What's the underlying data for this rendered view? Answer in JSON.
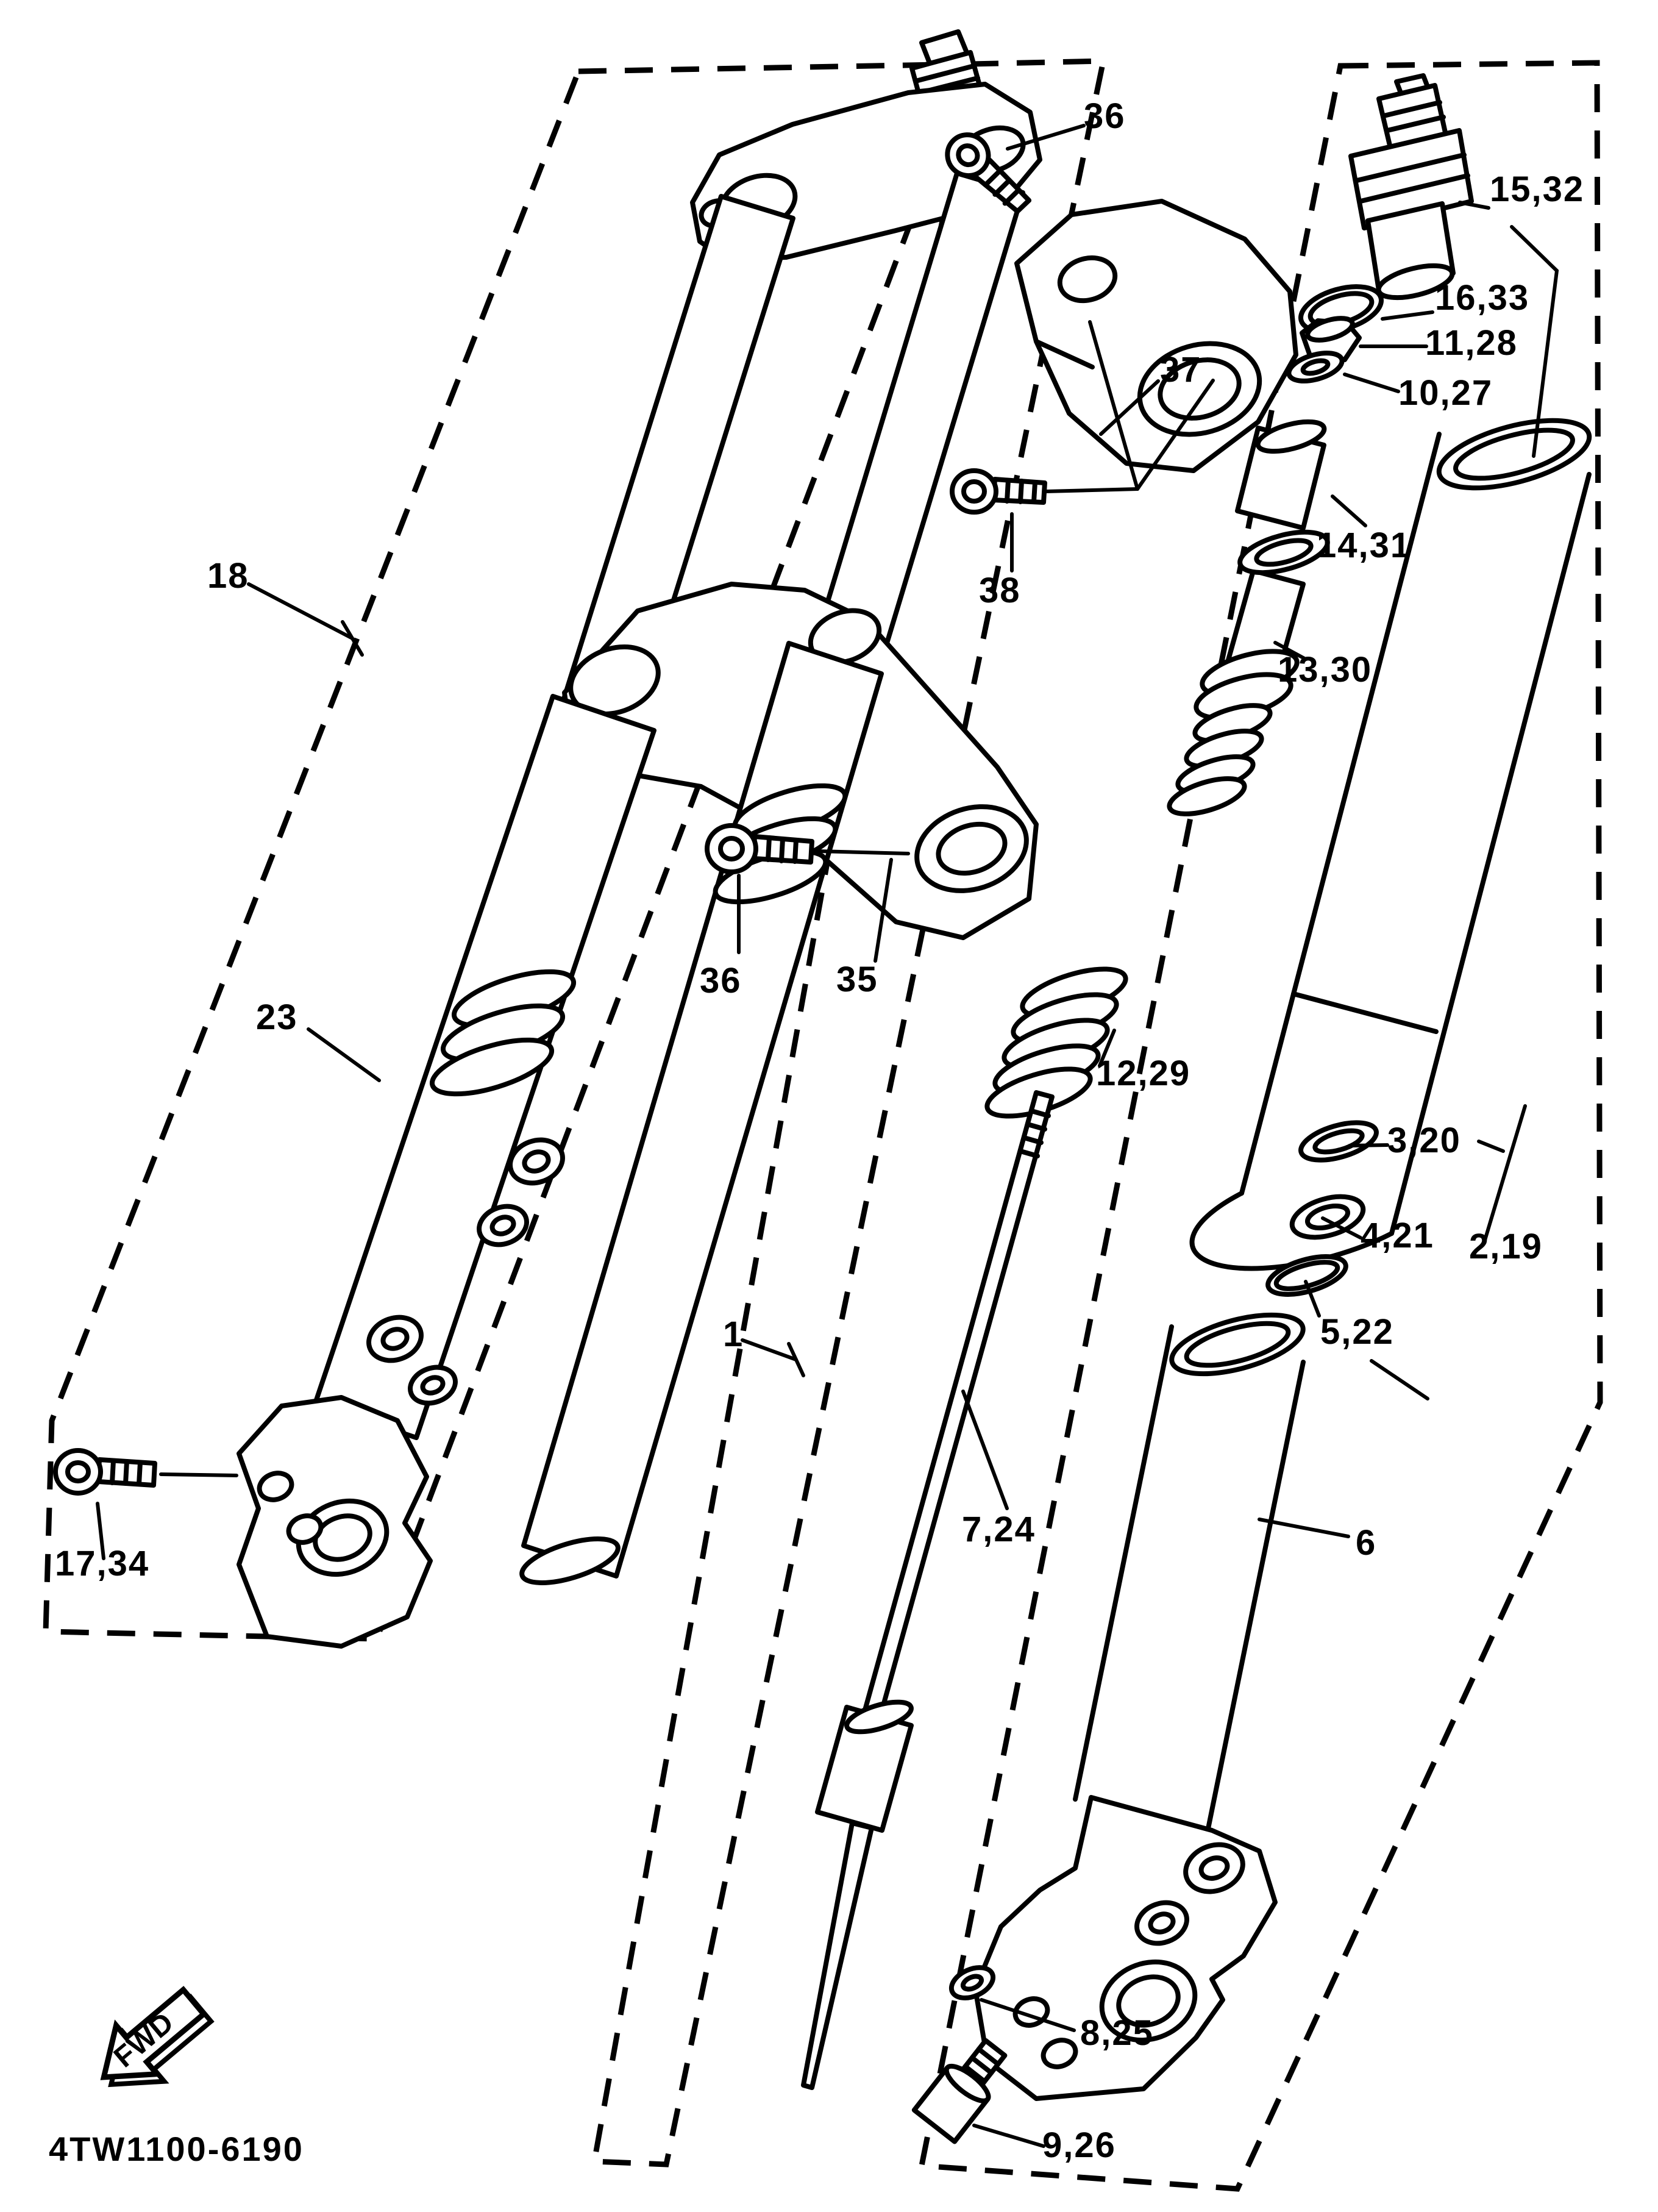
{
  "diagram": {
    "part_code": "4TW1100-6190",
    "direction_label": "FWD",
    "callouts": [
      {
        "id": "bolt-top",
        "label": "36"
      },
      {
        "id": "steering-crown",
        "label": "37"
      },
      {
        "id": "cap-bolt",
        "label": "15,32"
      },
      {
        "id": "o-ring",
        "label": "16,33"
      },
      {
        "id": "nut",
        "label": "11,28"
      },
      {
        "id": "washer-top",
        "label": "10,27"
      },
      {
        "id": "spacer",
        "label": "14,31"
      },
      {
        "id": "spring-seat",
        "label": "13,30"
      },
      {
        "id": "fork-assembly",
        "label": "18"
      },
      {
        "id": "pinch-bolt-38",
        "label": "38"
      },
      {
        "id": "pinch-bolt-36",
        "label": "36"
      },
      {
        "id": "under-bracket",
        "label": "35"
      },
      {
        "id": "outer-tube-left",
        "label": "23"
      },
      {
        "id": "rebound-spring",
        "label": "12,29"
      },
      {
        "id": "seal-3-20",
        "label": "3,20"
      },
      {
        "id": "seal-4-21",
        "label": "4,21"
      },
      {
        "id": "outer-tube-right",
        "label": "2,19"
      },
      {
        "id": "clip-5-22",
        "label": "5,22"
      },
      {
        "id": "fork-leg",
        "label": "1"
      },
      {
        "id": "damper-rod",
        "label": "7,24"
      },
      {
        "id": "inner-tube",
        "label": "6"
      },
      {
        "id": "axle-bolt",
        "label": "17,34"
      },
      {
        "id": "gasket",
        "label": "8,25"
      },
      {
        "id": "drain-bolt",
        "label": "9,26"
      }
    ]
  }
}
